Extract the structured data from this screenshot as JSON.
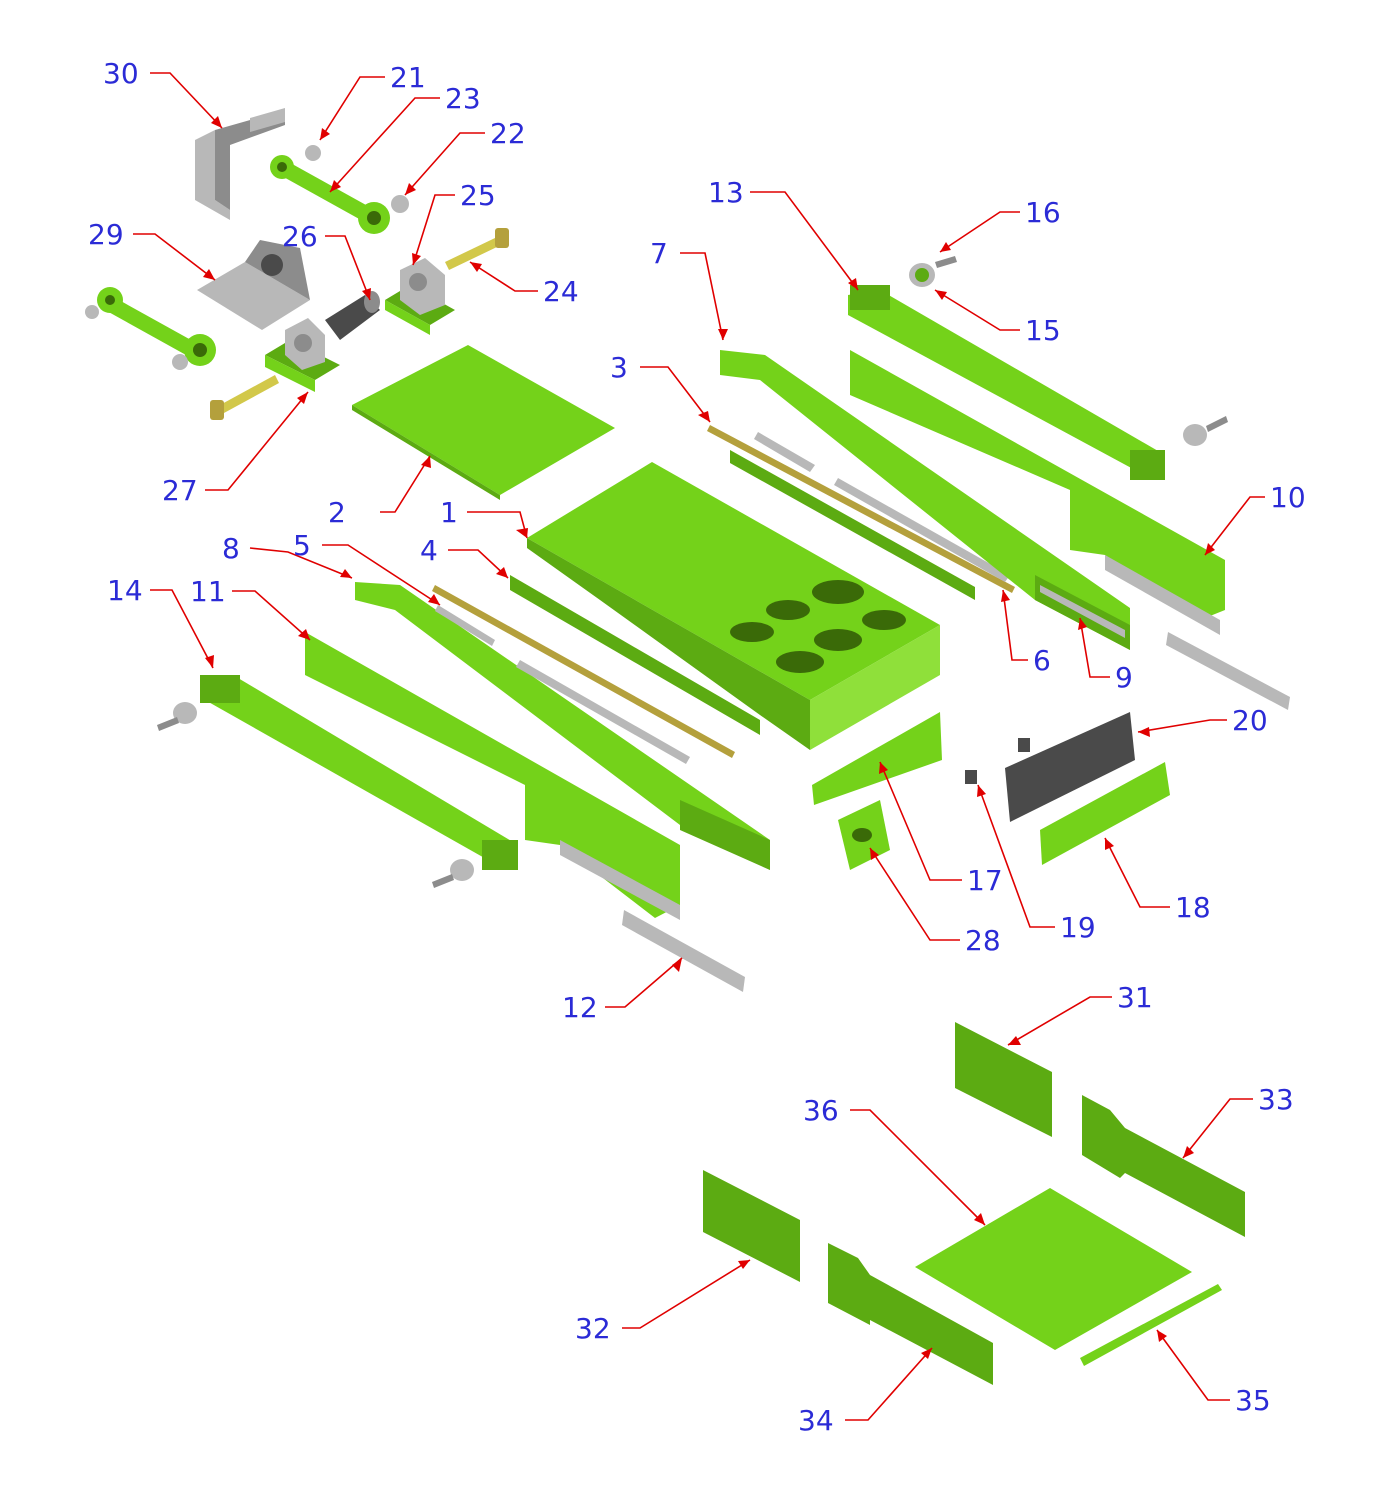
{
  "callouts": [
    {
      "n": "1"
    },
    {
      "n": "2"
    },
    {
      "n": "3"
    },
    {
      "n": "4"
    },
    {
      "n": "5"
    },
    {
      "n": "6"
    },
    {
      "n": "7"
    },
    {
      "n": "8"
    },
    {
      "n": "9"
    },
    {
      "n": "10"
    },
    {
      "n": "11"
    },
    {
      "n": "12"
    },
    {
      "n": "13"
    },
    {
      "n": "14"
    },
    {
      "n": "15"
    },
    {
      "n": "16"
    },
    {
      "n": "17"
    },
    {
      "n": "18"
    },
    {
      "n": "19"
    },
    {
      "n": "20"
    },
    {
      "n": "21"
    },
    {
      "n": "22"
    },
    {
      "n": "23"
    },
    {
      "n": "24"
    },
    {
      "n": "25"
    },
    {
      "n": "26"
    },
    {
      "n": "27"
    },
    {
      "n": "28"
    },
    {
      "n": "29"
    },
    {
      "n": "30"
    },
    {
      "n": "31"
    },
    {
      "n": "32"
    },
    {
      "n": "33"
    },
    {
      "n": "34"
    },
    {
      "n": "35"
    },
    {
      "n": "36"
    }
  ],
  "colors": {
    "part_green": "#74d21a",
    "part_green_dark": "#5cab12",
    "hardware_gray": "#b8b8b8",
    "hardware_yellow": "#d2c84a",
    "leader_red": "#e00000",
    "number_blue": "#2b2bd6"
  }
}
